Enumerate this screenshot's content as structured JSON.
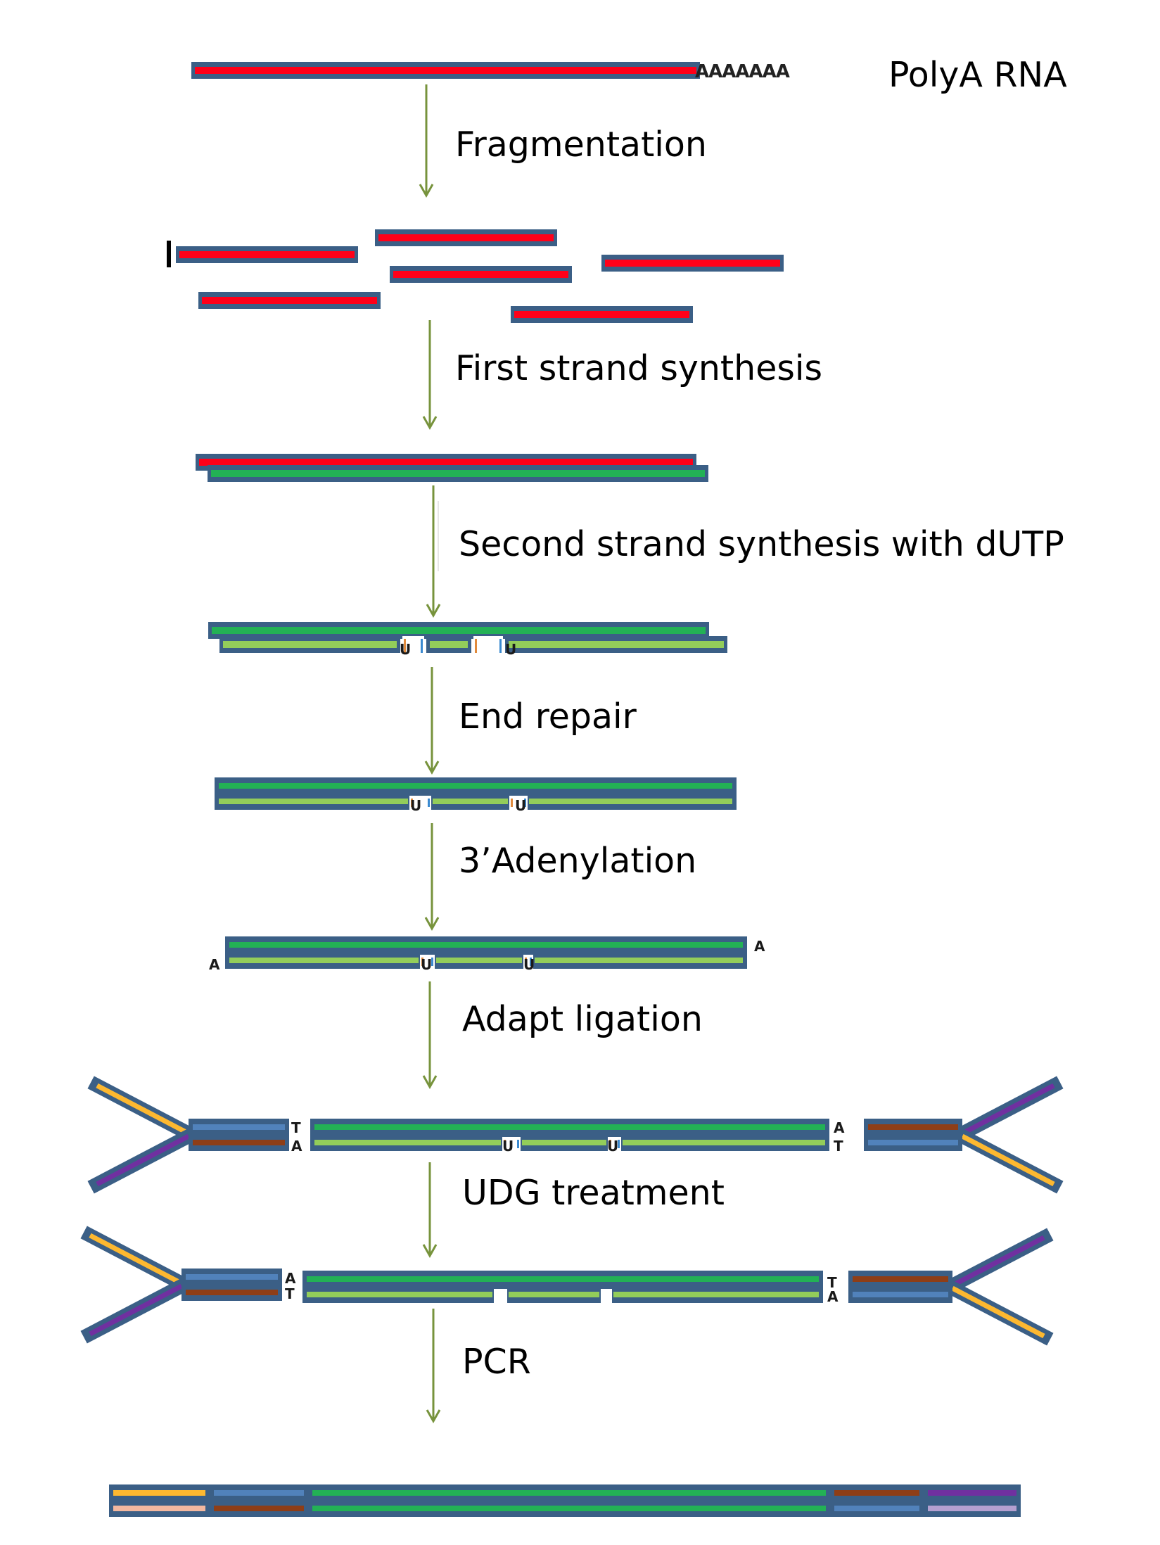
{
  "title_label": "PolyA RNA",
  "polya_tail": "AAAAAAA",
  "colors": {
    "outline": "#3b5f86",
    "rna": "#ff0019",
    "dna_first": "#23b155",
    "dna_second": "#93cd5a",
    "adapter_blue": "#5182bb",
    "adapter_brown": "#8e3e17",
    "adapter_orange": "#fdb830",
    "adapter_purple": "#7030a0",
    "adapter_peach": "#f2b8a0",
    "adapter_lavender": "#b4a0d0",
    "arrow": "#77933c"
  },
  "steps": [
    {
      "label": "Fragmentation"
    },
    {
      "label": "First strand synthesis"
    },
    {
      "label": "Second strand synthesis with dUTP"
    },
    {
      "label": "End repair"
    },
    {
      "label": "3’Adenylation"
    },
    {
      "label": "Adapt ligation"
    },
    {
      "label": "UDG treatment"
    },
    {
      "label": "PCR"
    }
  ],
  "bases": {
    "uracil": "U",
    "adenine": "A",
    "thymine": "T"
  }
}
